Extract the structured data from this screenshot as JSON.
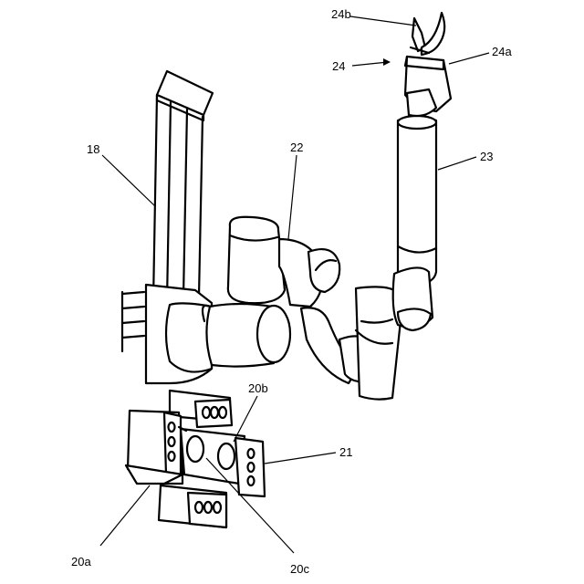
{
  "labels": {
    "l18": "18",
    "l22": "22",
    "l23": "23",
    "l24": "24",
    "l24a": "24a",
    "l24b": "24b",
    "l20a": "20a",
    "l20b": "20b",
    "l20c": "20c",
    "l21": "21"
  }
}
